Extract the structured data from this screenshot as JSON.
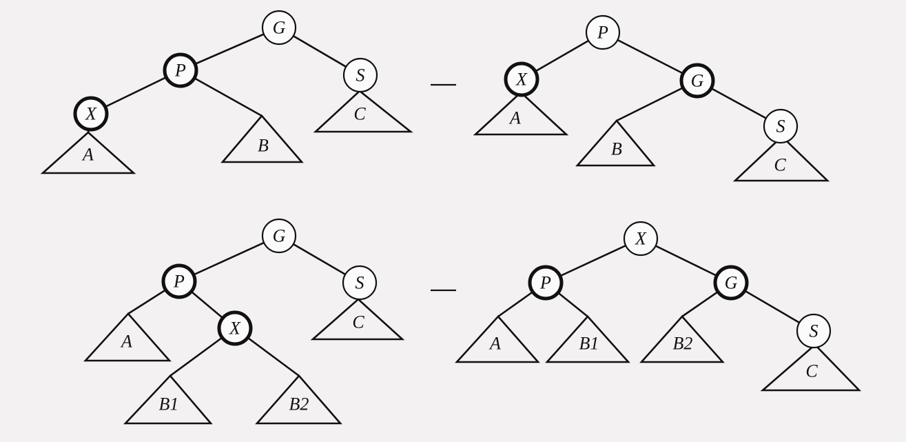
{
  "diagrams": [
    {
      "name": "case-1",
      "before": {
        "nodes": [
          {
            "id": "G",
            "label": "G",
            "bold": false
          },
          {
            "id": "P",
            "label": "P",
            "bold": true
          },
          {
            "id": "S",
            "label": "S",
            "bold": false
          },
          {
            "id": "X",
            "label": "X",
            "bold": true
          }
        ],
        "subtrees": [
          {
            "id": "A",
            "label": "A"
          },
          {
            "id": "B",
            "label": "B"
          },
          {
            "id": "C",
            "label": "C"
          }
        ]
      },
      "after": {
        "nodes": [
          {
            "id": "P",
            "label": "P",
            "bold": false
          },
          {
            "id": "X",
            "label": "X",
            "bold": true
          },
          {
            "id": "G",
            "label": "G",
            "bold": true
          },
          {
            "id": "S",
            "label": "S",
            "bold": false
          }
        ],
        "subtrees": [
          {
            "id": "A",
            "label": "A"
          },
          {
            "id": "B",
            "label": "B"
          },
          {
            "id": "C",
            "label": "C"
          }
        ]
      }
    },
    {
      "name": "case-2",
      "before": {
        "nodes": [
          {
            "id": "G",
            "label": "G",
            "bold": false
          },
          {
            "id": "P",
            "label": "P",
            "bold": true
          },
          {
            "id": "S",
            "label": "S",
            "bold": false
          },
          {
            "id": "X",
            "label": "X",
            "bold": true
          }
        ],
        "subtrees": [
          {
            "id": "A",
            "label": "A"
          },
          {
            "id": "B1",
            "label": "B1"
          },
          {
            "id": "B2",
            "label": "B2"
          },
          {
            "id": "C",
            "label": "C"
          }
        ]
      },
      "after": {
        "nodes": [
          {
            "id": "X",
            "label": "X",
            "bold": false
          },
          {
            "id": "P",
            "label": "P",
            "bold": true
          },
          {
            "id": "G",
            "label": "G",
            "bold": true
          },
          {
            "id": "S",
            "label": "S",
            "bold": false
          }
        ],
        "subtrees": [
          {
            "id": "A",
            "label": "A"
          },
          {
            "id": "B1",
            "label": "B1"
          },
          {
            "id": "B2",
            "label": "B2"
          },
          {
            "id": "C",
            "label": "C"
          }
        ]
      }
    }
  ]
}
